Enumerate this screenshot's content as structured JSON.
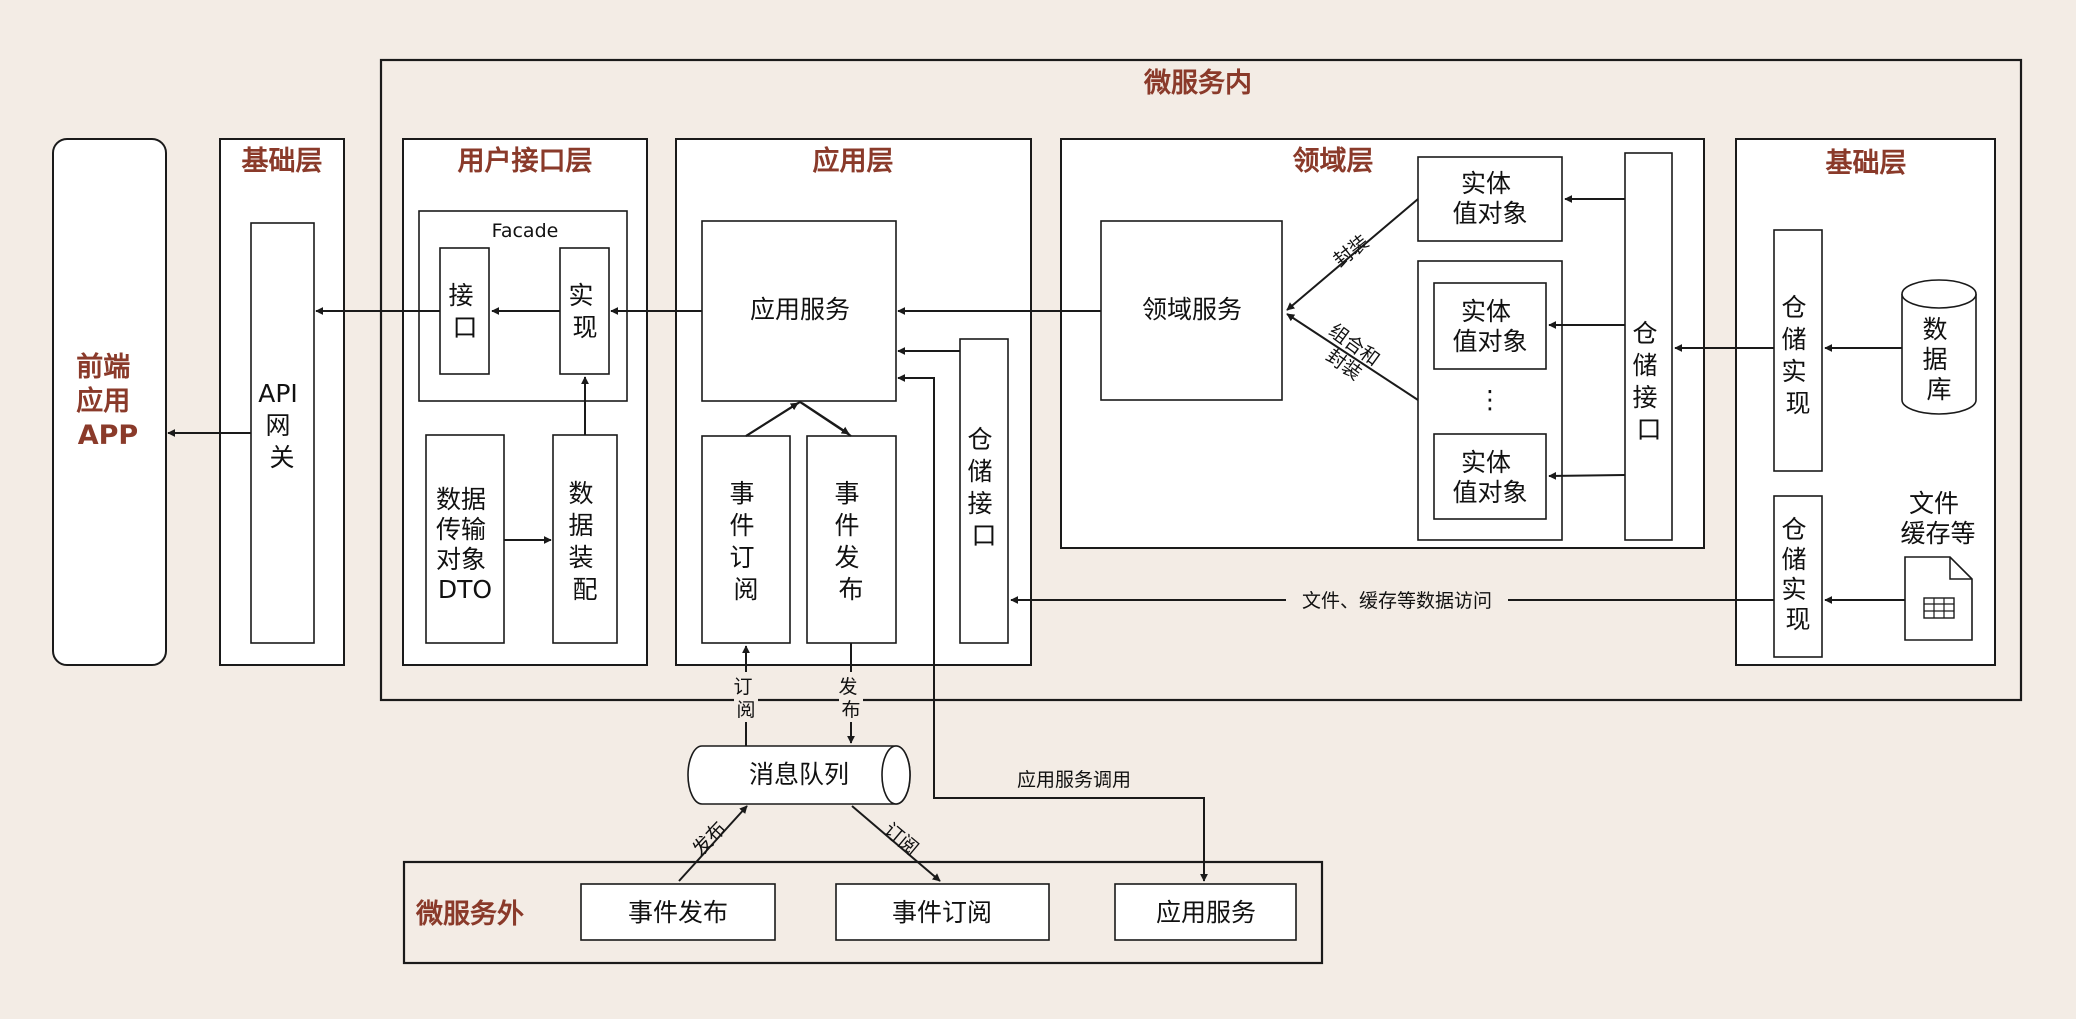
{
  "titles": {
    "microservice_inner": "微服务内",
    "microservice_outer": "微服务外",
    "frontend": [
      "前端",
      "应用",
      "APP"
    ],
    "infra_left": "基础层",
    "ui_layer": "用户接口层",
    "app_layer": "应用层",
    "domain_layer": "领域层",
    "infra_right": "基础层"
  },
  "labels": {
    "api_gateway": [
      "API",
      "网",
      "关"
    ],
    "facade": "Facade",
    "facade_interface": [
      "接",
      "口"
    ],
    "facade_impl": [
      "实",
      "现"
    ],
    "dto": [
      "数据",
      "传输",
      "对象",
      "DTO"
    ],
    "assembler": [
      "数",
      "据",
      "装",
      "配"
    ],
    "app_service": "应用服务",
    "event_subscribe": [
      "事",
      "件",
      "订",
      "阅"
    ],
    "event_publish": [
      "事",
      "件",
      "发",
      "布"
    ],
    "repo_interface_app": [
      "仓",
      "储",
      "接",
      "口"
    ],
    "domain_service": "领域服务",
    "entity_value_1": [
      "实体",
      "值对象"
    ],
    "entity_value_2": [
      "实体",
      "值对象"
    ],
    "entity_value_3": [
      "实体",
      "值对象"
    ],
    "ellipsis": "⋮",
    "repo_interface_domain": [
      "仓",
      "储",
      "接",
      "口"
    ],
    "encapsulate": "封装",
    "combine_encapsulate": [
      "组合和",
      "封装"
    ],
    "repo_impl_1": [
      "仓",
      "储",
      "实",
      "现"
    ],
    "database": [
      "数",
      "据",
      "库"
    ],
    "repo_impl_2": [
      "仓",
      "储",
      "实",
      "现"
    ],
    "file_cache": [
      "文件",
      "缓存等"
    ],
    "file_cache_access": "文件、缓存等数据访问",
    "subscribe_edge": [
      "订",
      "阅"
    ],
    "publish_edge": [
      "发",
      "布"
    ],
    "message_queue": "消息队列",
    "app_service_call": "应用服务调用",
    "ext_publish_edge": "发布",
    "ext_subscribe_edge": "订阅",
    "ext_event_publish": "事件发布",
    "ext_event_subscribe": "事件订阅",
    "ext_app_service": "应用服务"
  }
}
